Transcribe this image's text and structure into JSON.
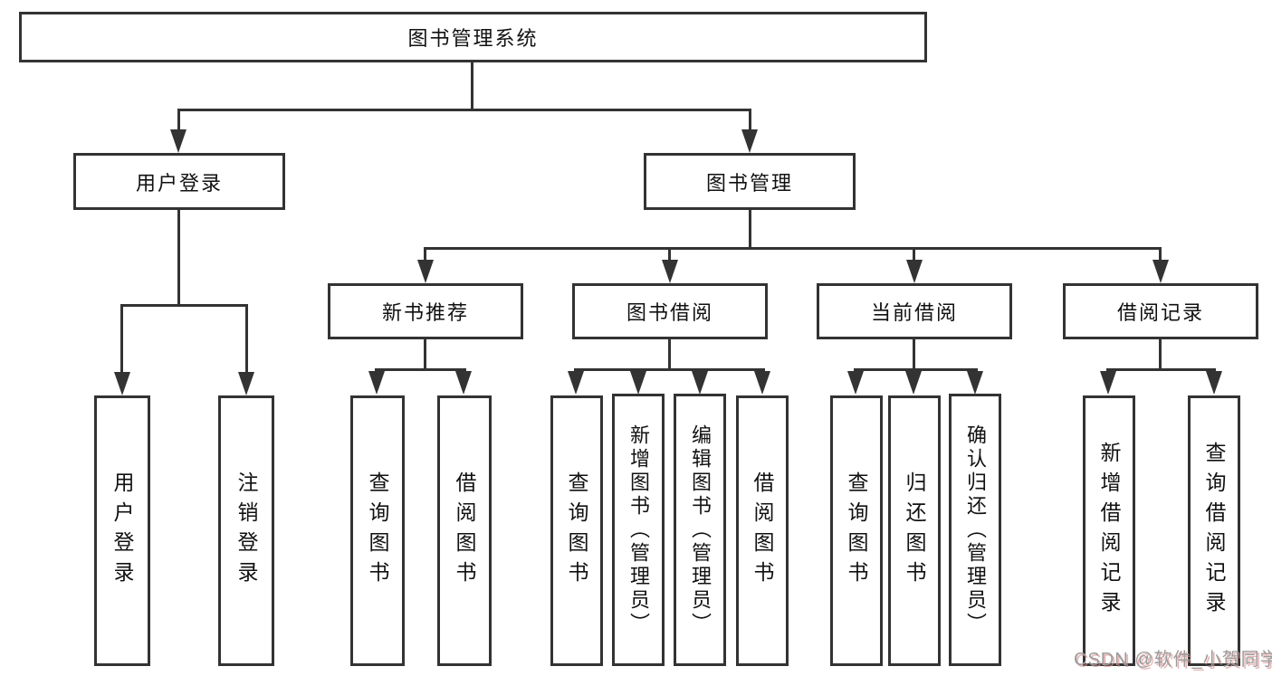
{
  "diagram_title": "图书管理系统",
  "nodes": {
    "root": "图书管理系统",
    "branches": [
      {
        "label": "用户登录",
        "children": [
          "用户登录",
          "注销登录"
        ]
      },
      {
        "label": "图书管理",
        "groups": [
          {
            "label": "新书推荐",
            "children": [
              "查询图书",
              "借阅图书"
            ]
          },
          {
            "label": "图书借阅",
            "children": [
              "查询图书",
              "新增图书（管理员）",
              "编辑图书（管理员）",
              "借阅图书"
            ]
          },
          {
            "label": "当前借阅",
            "children": [
              "查询图书",
              "归还图书",
              "确认归还（管理员）"
            ]
          },
          {
            "label": "借阅记录",
            "children": [
              "新增借阅记录",
              "查询借阅记录"
            ]
          }
        ]
      }
    ]
  },
  "watermark": {
    "text": "CSDN @软件_小贺同学"
  },
  "colors": {
    "line": "#333333",
    "box_border": "#333333",
    "background": "#ffffff",
    "text": "#111111",
    "watermark_text": "#9c9c9c",
    "watermark_shadow": "#d98c8c"
  }
}
